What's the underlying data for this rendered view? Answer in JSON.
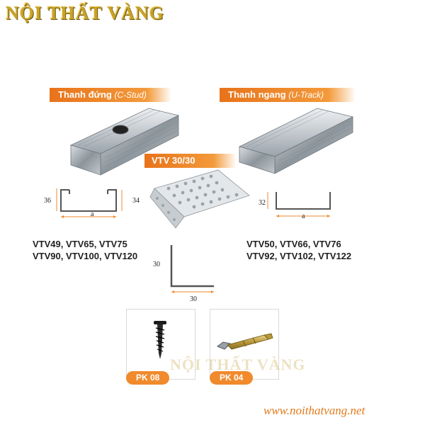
{
  "logo": "NỘI THẤT VÀNG",
  "products": {
    "c_stud": {
      "title": "Thanh đứng",
      "subtitle": "(C-Stud)",
      "dims": {
        "left": "36",
        "right": "34",
        "bottom": "a"
      },
      "models": [
        "VTV49, VTV65, VTV75",
        "VTV90, VTV100, VTV120"
      ]
    },
    "u_track": {
      "title": "Thanh ngang",
      "subtitle": "(U-Track)",
      "dims": {
        "left": "32",
        "bottom": "a"
      },
      "models": [
        "VTV50, VTV66, VTV76",
        "VTV92, VTV102, VTV122"
      ]
    },
    "angle": {
      "title": "VTV 30/30",
      "dims": {
        "left": "30",
        "bottom": "30"
      }
    }
  },
  "accessories": [
    {
      "label": "PK 08",
      "icon": "screw-icon"
    },
    {
      "label": "PK 04",
      "icon": "anchor-bolt-icon"
    }
  ],
  "watermark": "NỘI THẤT VÀNG",
  "website": "www.noithatvang.net",
  "colors": {
    "accent": "#f08a2c",
    "gold": "#c9a227",
    "steel": "#9aa3ab"
  }
}
